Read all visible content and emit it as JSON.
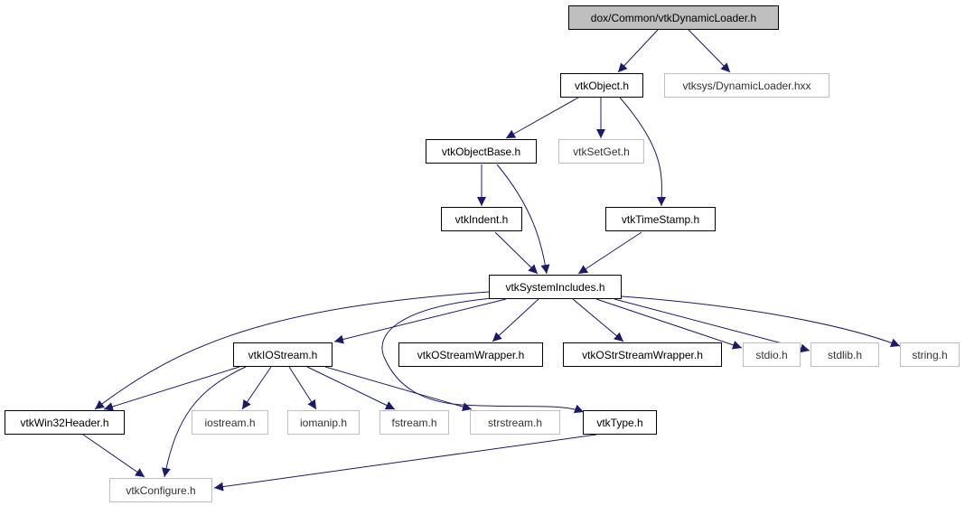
{
  "graph": {
    "root": "dox/Common/vtkDynamicLoader.h",
    "nodes": {
      "vtkObject": "vtkObject.h",
      "vtksysDynamicLoader": "vtksys/DynamicLoader.hxx",
      "vtkObjectBase": "vtkObjectBase.h",
      "vtkSetGet": "vtkSetGet.h",
      "vtkIndent": "vtkIndent.h",
      "vtkTimeStamp": "vtkTimeStamp.h",
      "vtkSystemIncludes": "vtkSystemIncludes.h",
      "vtkIOStream": "vtkIOStream.h",
      "vtkOStreamWrapper": "vtkOStreamWrapper.h",
      "vtkOStrStreamWrapper": "vtkOStrStreamWrapper.h",
      "stdio": "stdio.h",
      "stdlib": "stdlib.h",
      "string": "string.h",
      "vtkWin32Header": "vtkWin32Header.h",
      "iostream": "iostream.h",
      "iomanip": "iomanip.h",
      "fstream": "fstream.h",
      "strstream": "strstream.h",
      "vtkType": "vtkType.h",
      "vtkConfigure": "vtkConfigure.h"
    },
    "colors": {
      "edge": "#191970",
      "root_fill": "#bfbfbf",
      "external_border": "#bfbfbf"
    }
  }
}
